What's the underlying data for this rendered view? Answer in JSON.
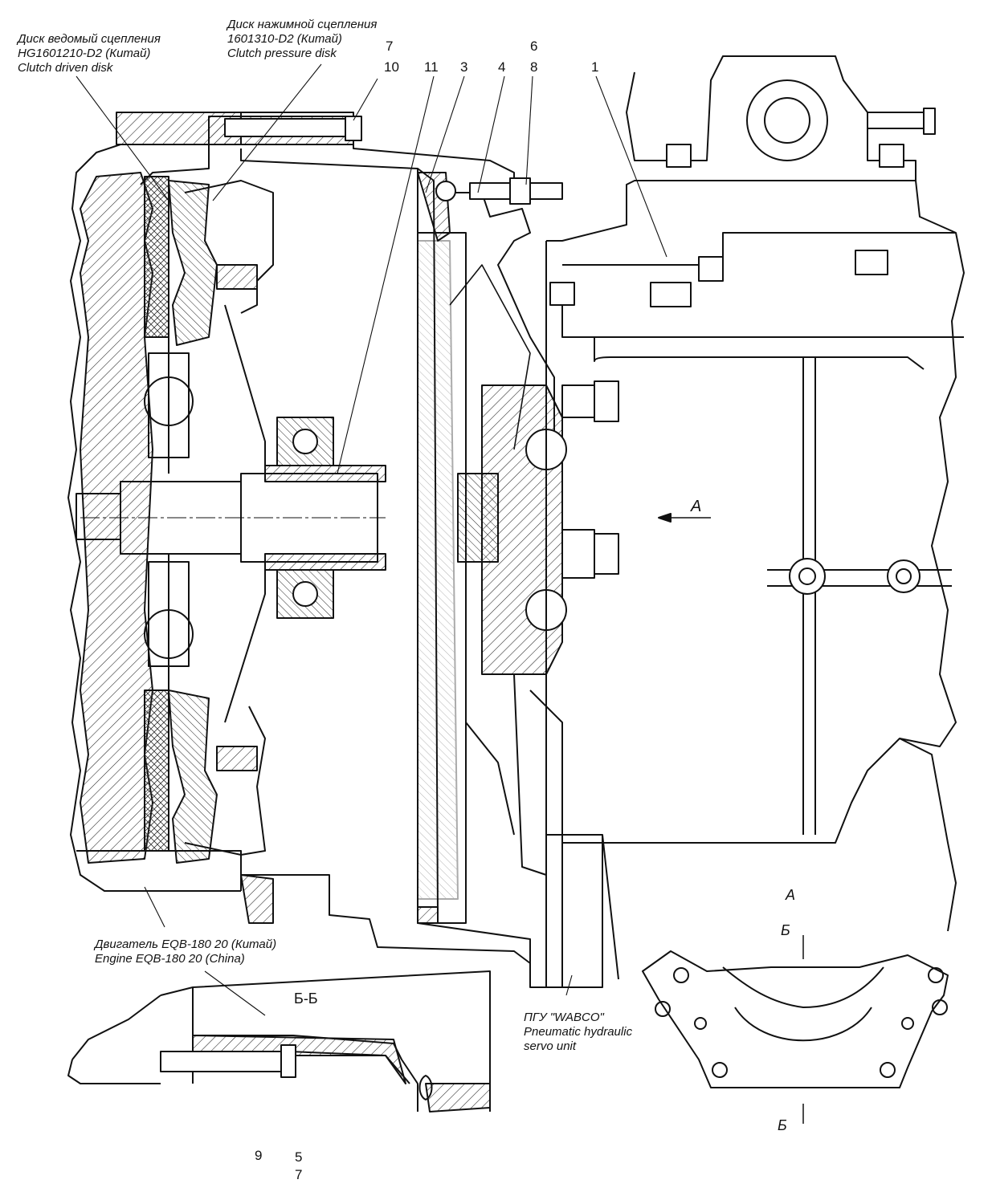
{
  "labels": {
    "driven_disk": [
      "Диск ведомый сцепления",
      "HG1601210-D2 (Китай)",
      "Clutch driven disk"
    ],
    "pressure_disk": [
      "Диск нажимной сцепления",
      "1601310-D2 (Китай)",
      "Clutch pressure disk"
    ],
    "engine": [
      "Двигатель EQB-180 20 (Китай)",
      "Engine EQB-180 20 (China)"
    ],
    "servo": [
      "ПГУ \"WABCO\"",
      "Pneumatic hydraulic",
      "servo unit"
    ]
  },
  "callouts": {
    "n7_top": "7",
    "n10": "10",
    "n11": "11",
    "n3": "3",
    "n4": "4",
    "n6": "6",
    "n8": "8",
    "n1": "1",
    "n9": "9",
    "n5": "5",
    "n7_bottom": "7"
  },
  "sections": {
    "view_a_arrow": "А",
    "view_a_title": "А",
    "section_bb_title": "Б-Б",
    "cut_b_top": "Б",
    "cut_b_bottom": "Б"
  }
}
